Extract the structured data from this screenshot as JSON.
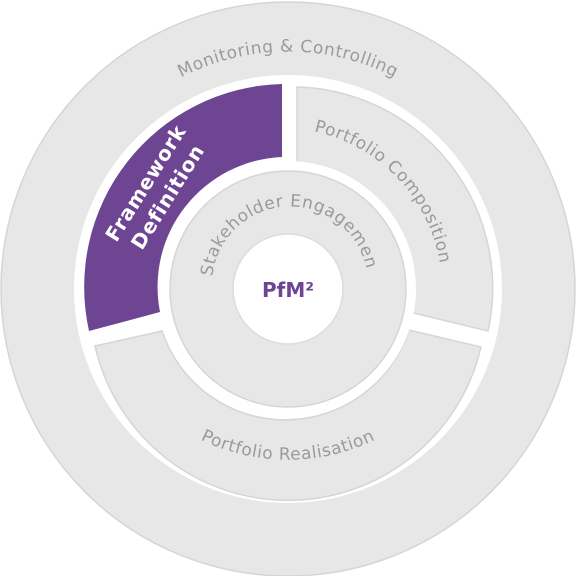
{
  "outer_ring": {
    "label": "Monitoring & Controlling"
  },
  "segments": {
    "framework_definition": {
      "line1": "Framework",
      "line2": "Definition"
    },
    "portfolio_composition": {
      "label": "Portfolio Composition"
    },
    "portfolio_realisation": {
      "label": "Portfolio Realisation"
    }
  },
  "inner_ring": {
    "label": "Stakeholder Engagement"
  },
  "center": {
    "label": "PfM²"
  },
  "colors": {
    "outer": "#e8e7e8",
    "segment": "#e8e7e8",
    "inner": "#e8e7e8",
    "center": "#ffffff",
    "highlight": "#6d4592",
    "gray_text": "#9a9a9a",
    "center_text": "#6d4592"
  }
}
